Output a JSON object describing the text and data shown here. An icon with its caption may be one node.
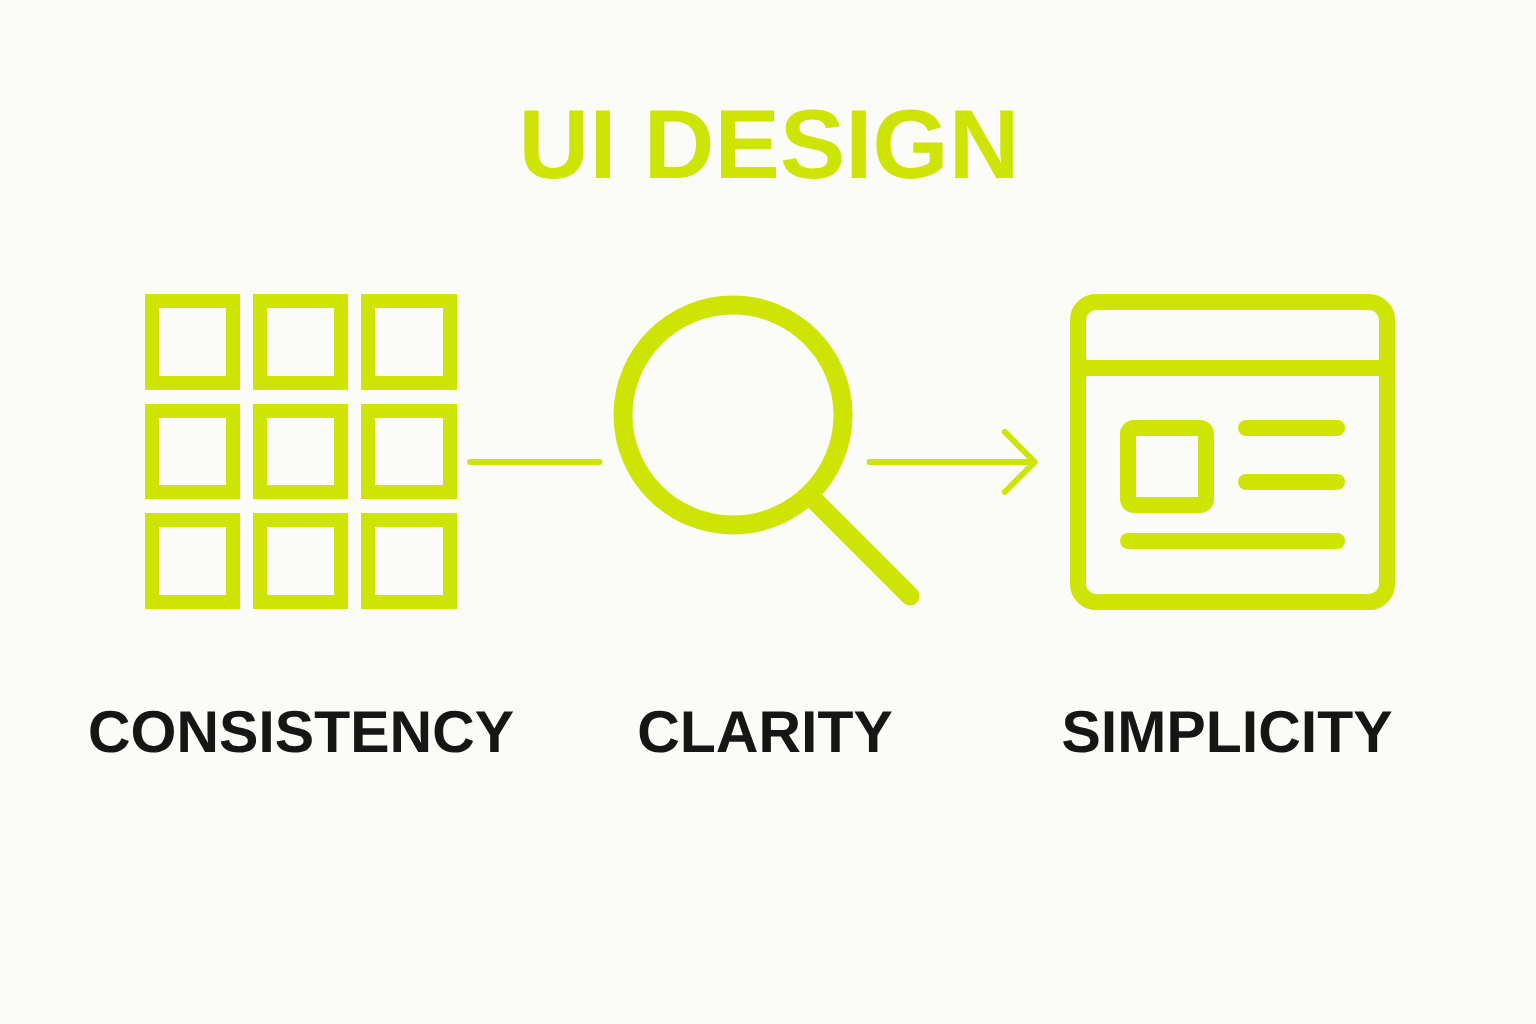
{
  "diagram": {
    "title": "UI DESIGN",
    "nodes": [
      {
        "text": [],
        "shape": "picture",
        "beside": [
          "CONSISTENCY"
        ]
      },
      {
        "text": [],
        "shape": "circle",
        "beside": [
          "CLARITY"
        ]
      },
      {
        "text": [],
        "shape": "picture",
        "beside": [
          "SIMPLICITY"
        ]
      }
    ],
    "edges": [
      {
        "from": 0,
        "to": 1,
        "arrow": "none"
      },
      {
        "from": 1,
        "to": 2,
        "arrow": "to"
      }
    ]
  }
}
